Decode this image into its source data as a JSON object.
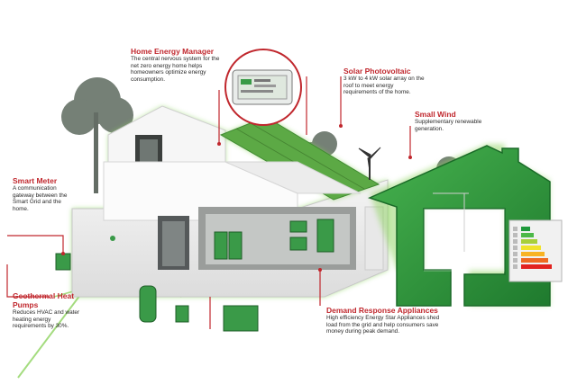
{
  "callouts": {
    "home_energy_manager": {
      "title": "Home Energy Manager",
      "desc": "The central nervous system for the net zero energy home helps homeowners optimize energy consumption."
    },
    "solar_photovoltaic": {
      "title": "Solar Photovoltaic",
      "desc": "3 kW to 4 kW solar array on the roof to meet energy requirements of the home."
    },
    "small_wind": {
      "title": "Small Wind",
      "desc": "Supplementary renewable generation."
    },
    "smart_meter": {
      "title": "Smart Meter",
      "desc": "A communication gateway between the Smart Grid and the home."
    },
    "geothermal": {
      "title": "Geothermal Heat Pumps",
      "desc": "Reduces HVAC and water heating energy requirements by 30%."
    },
    "demand_response": {
      "title": "Demand Response Appliances",
      "desc": "High efficiency Energy Star Appliances shed load from the grid and help consumers save money during peak demand."
    }
  },
  "colors": {
    "callout_title": "#c0272d",
    "leader_line": "#c0272d",
    "green_house": "#2e9a3c",
    "glow": "#8dd35f"
  }
}
